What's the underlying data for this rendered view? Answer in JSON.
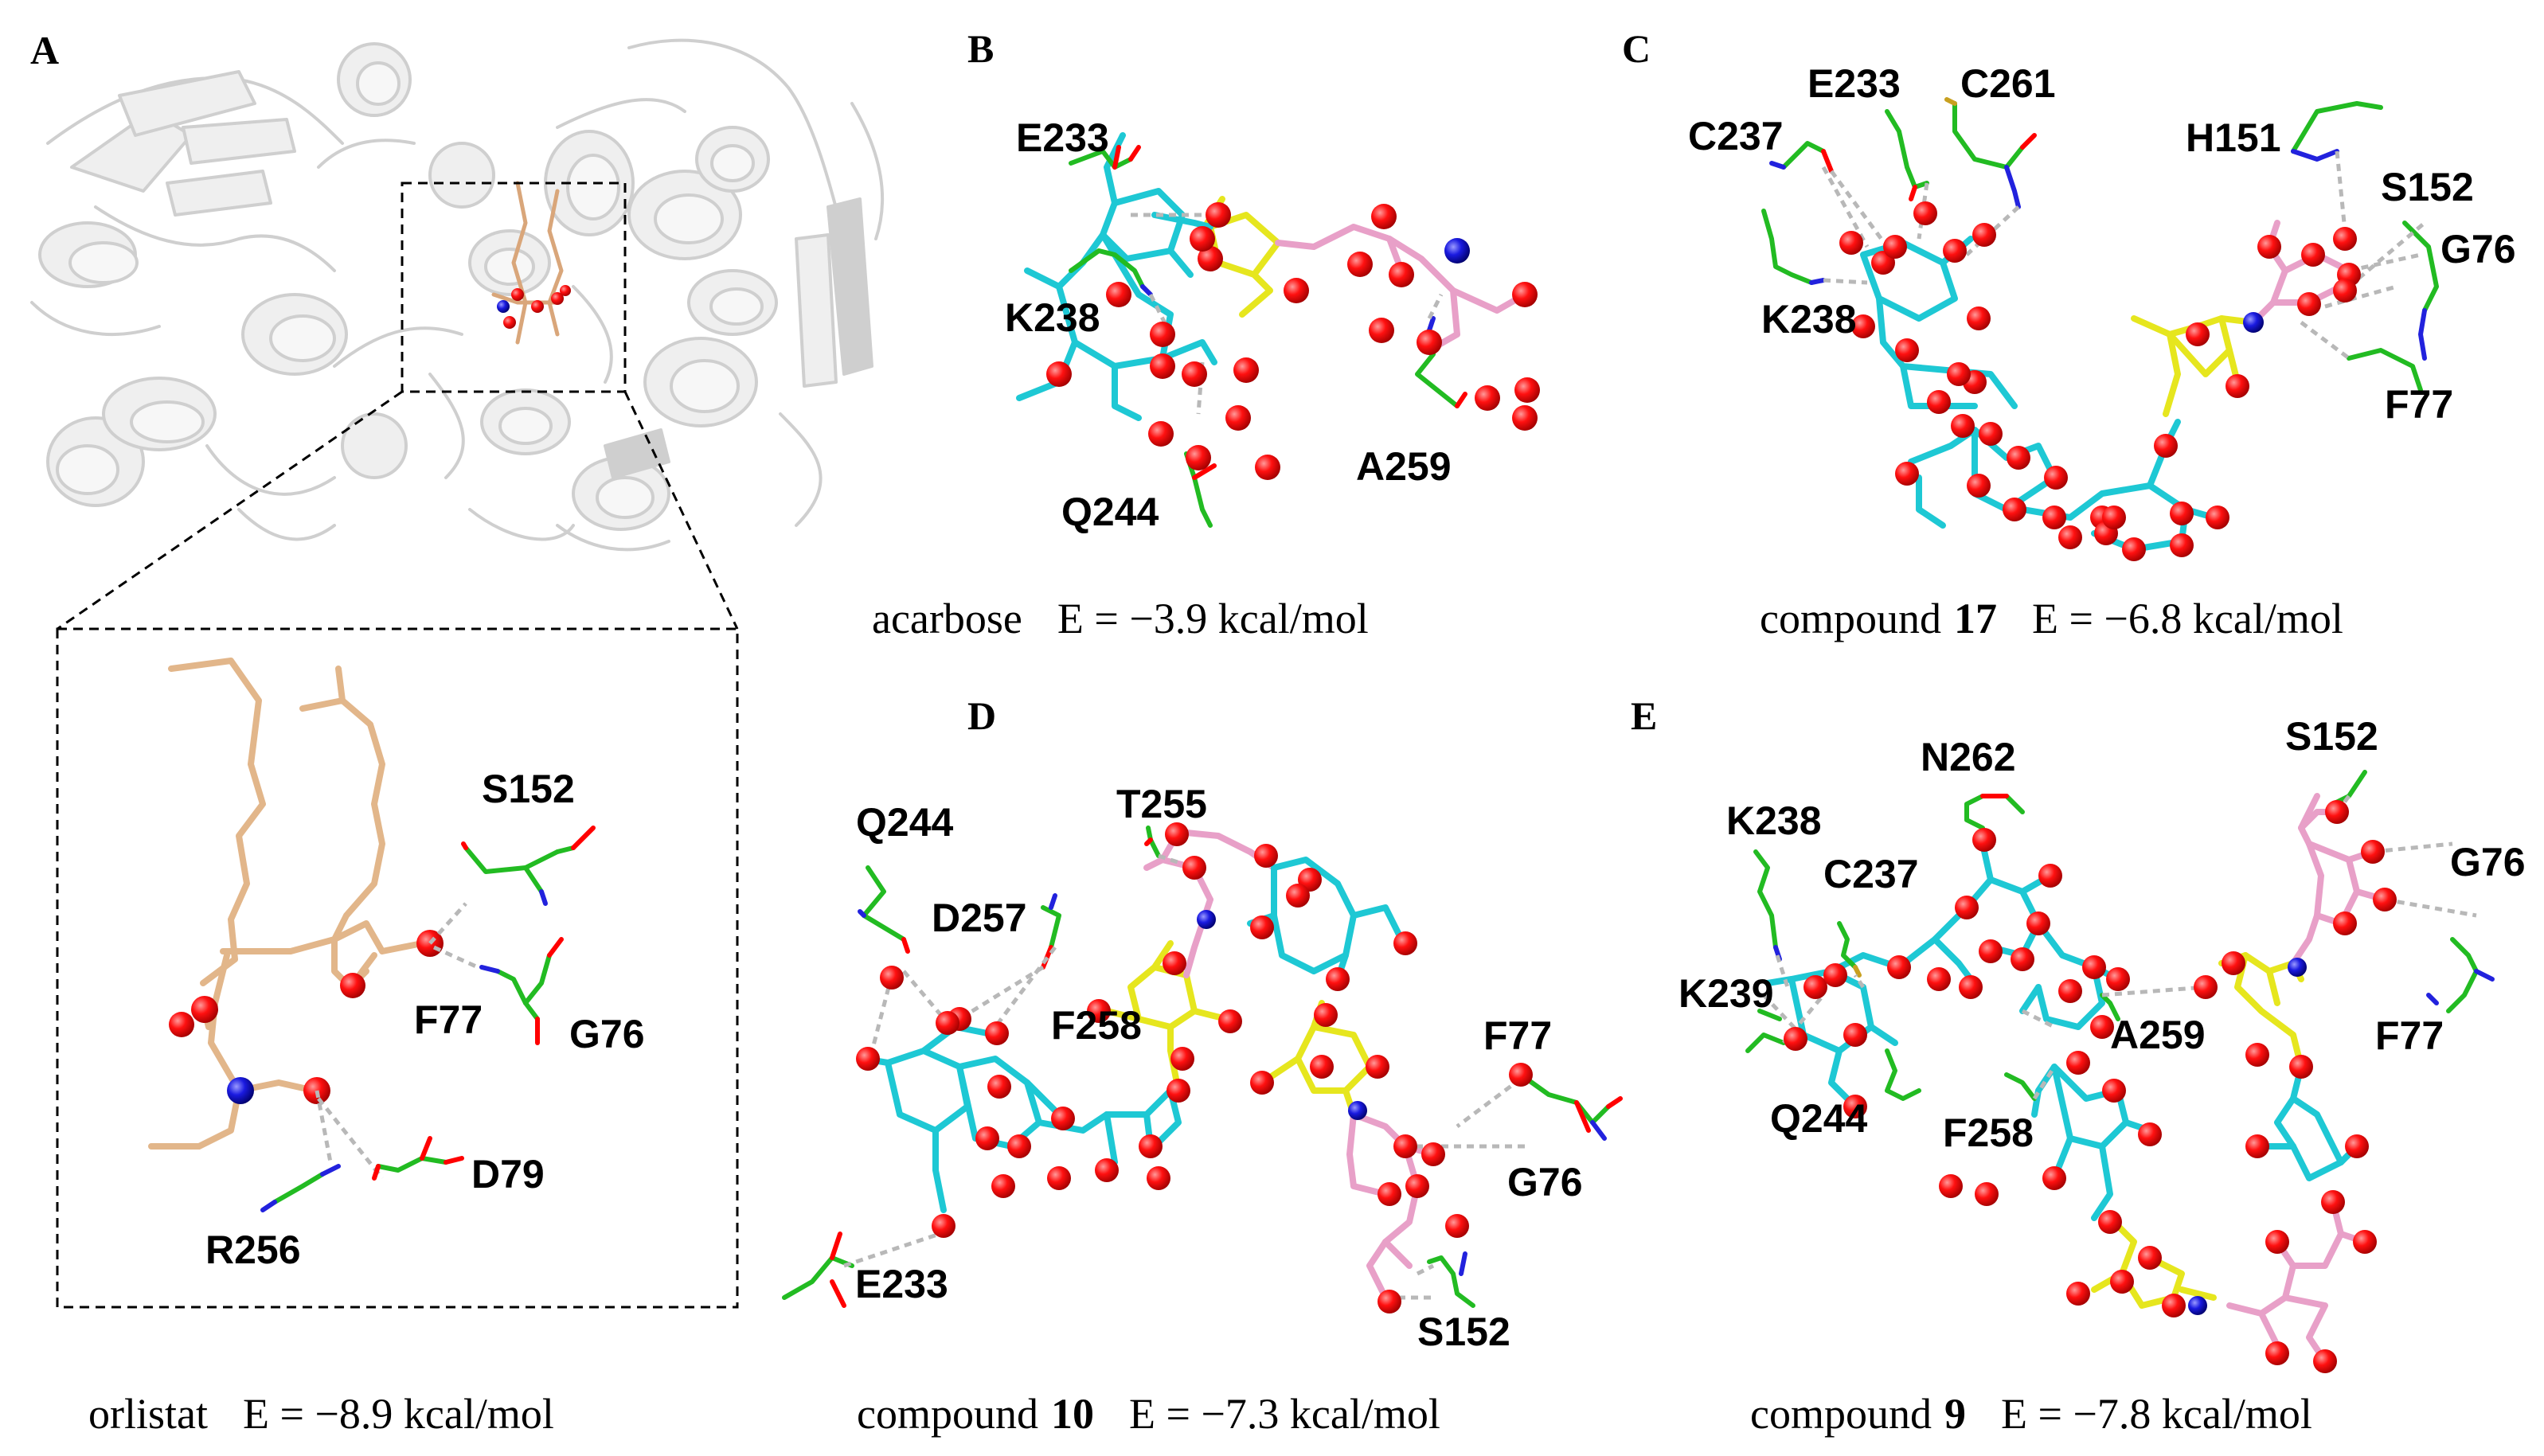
{
  "panels": [
    {
      "id": "A",
      "letter": "A",
      "caption": {
        "name": "orlistat",
        "bold": "",
        "energy": "E = −8.9 kcal/mol"
      },
      "residues": [
        "S152",
        "F77",
        "G76",
        "D79",
        "R256"
      ]
    },
    {
      "id": "B",
      "letter": "B",
      "caption": {
        "name": "acarbose",
        "bold": "",
        "energy": "E = −3.9 kcal/mol"
      },
      "residues": [
        "E233",
        "K238",
        "Q244",
        "A259"
      ]
    },
    {
      "id": "C",
      "letter": "C",
      "caption": {
        "name": "compound",
        "bold": "17",
        "energy": "E = −6.8 kcal/mol"
      },
      "residues": [
        "E233",
        "C261",
        "C237",
        "H151",
        "S152",
        "G76",
        "K238",
        "F77"
      ]
    },
    {
      "id": "D",
      "letter": "D",
      "caption": {
        "name": "compound",
        "bold": "10",
        "energy": "E = −7.3 kcal/mol"
      },
      "residues": [
        "T255",
        "Q244",
        "D257",
        "F258",
        "F77",
        "G76",
        "E233",
        "S152"
      ]
    },
    {
      "id": "E",
      "letter": "E",
      "caption": {
        "name": "compound",
        "bold": "9",
        "energy": "E = −7.8 kcal/mol"
      },
      "residues": [
        "N262",
        "S152",
        "K238",
        "C237",
        "G76",
        "K239",
        "A259",
        "F77",
        "Q244",
        "F258"
      ]
    }
  ],
  "colors": {
    "protein": "#d9d9d9",
    "residue_carbon": "#22bb22",
    "nitrogen": "#2222dd",
    "oxygen": "#ff0000",
    "ligand_carbon_cyan": "#1ec8d4",
    "ligand_carbon_yellow": "#e6e61e",
    "ligand_carbon_pink": "#e8a0c8",
    "orlistat_carbon": "#e2b68a",
    "hbond": "#b8b8b8"
  }
}
